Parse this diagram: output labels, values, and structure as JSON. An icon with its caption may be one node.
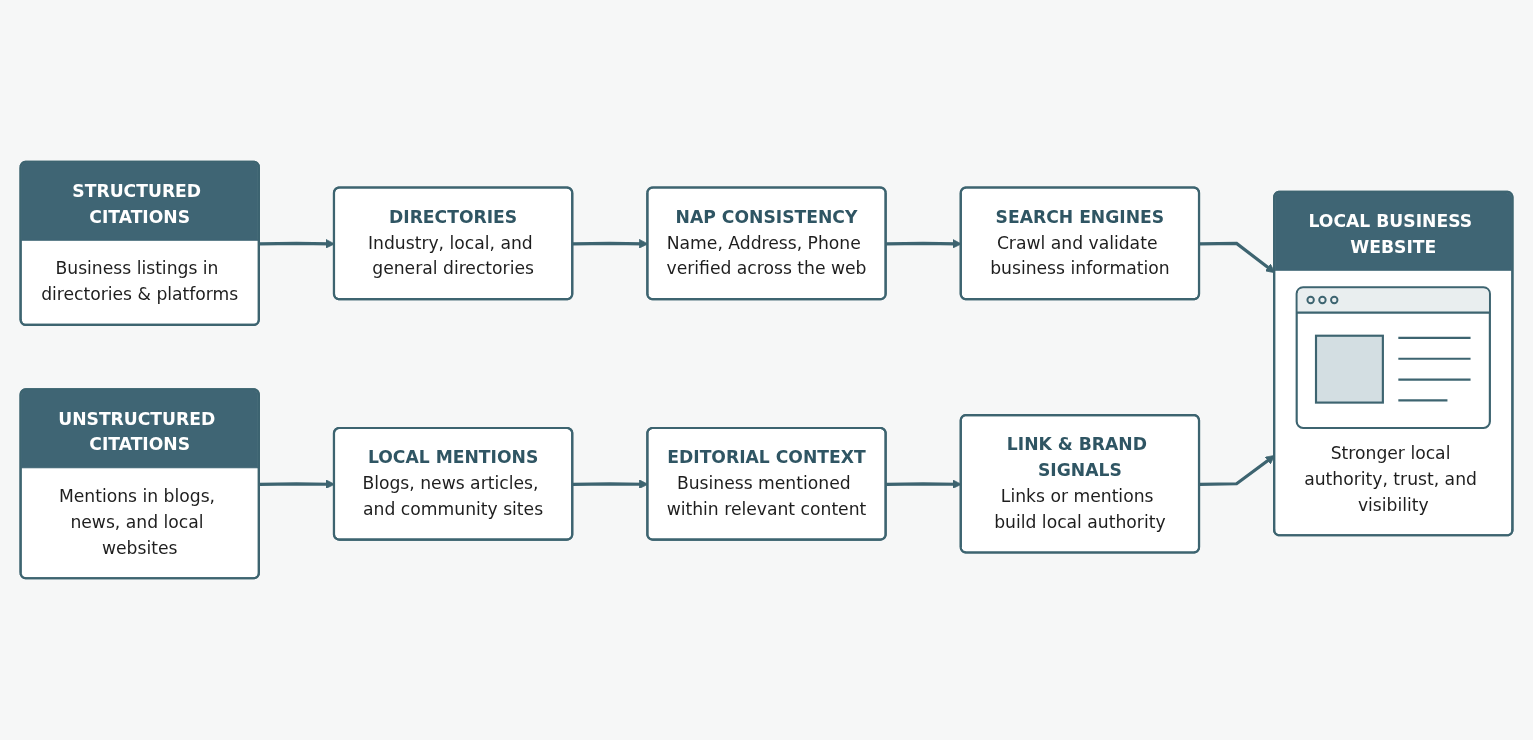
{
  "diagram": {
    "nodes": [
      {
        "text": [
          "STRUCTURED CITATIONS",
          "Business listings in directories & platforms"
        ]
      },
      {
        "text": [
          "DIRECTORIES",
          "Industry, local, and general directories"
        ]
      },
      {
        "text": [
          "NAP CONSISTENCY",
          "Name, Address, Phone verified across the web"
        ]
      },
      {
        "text": [
          "SEARCH ENGINES",
          "Crawl and validate business information"
        ]
      },
      {
        "text": [
          "LOCAL BUSINESS WEBSITE",
          "Stronger local authority, trust, and visibility"
        ]
      },
      {
        "text": [
          "UNSTRUCTURED CITATIONS",
          "Mentions in blogs, news, and local websites"
        ]
      },
      {
        "text": [
          "LOCAL MENTIONS",
          "Blogs, news articles, and community sites"
        ]
      },
      {
        "text": [
          "EDITORIAL CONTEXT",
          "Business mentioned within relevant content"
        ]
      },
      {
        "text": [
          "LINK & BRAND SIGNALS",
          "Links or mentions build local authority"
        ]
      }
    ],
    "edges": [
      {
        "from": 0,
        "to": 1,
        "arrow": "to"
      },
      {
        "from": 1,
        "to": 2,
        "arrow": "to"
      },
      {
        "from": 2,
        "to": 3,
        "arrow": "to"
      },
      {
        "from": 3,
        "to": 4,
        "arrow": "to"
      },
      {
        "from": 5,
        "to": 6,
        "arrow": "to"
      },
      {
        "from": 6,
        "to": 7,
        "arrow": "to"
      },
      {
        "from": 7,
        "to": 8,
        "arrow": "to"
      },
      {
        "from": 8,
        "to": 4,
        "arrow": "to"
      }
    ]
  }
}
